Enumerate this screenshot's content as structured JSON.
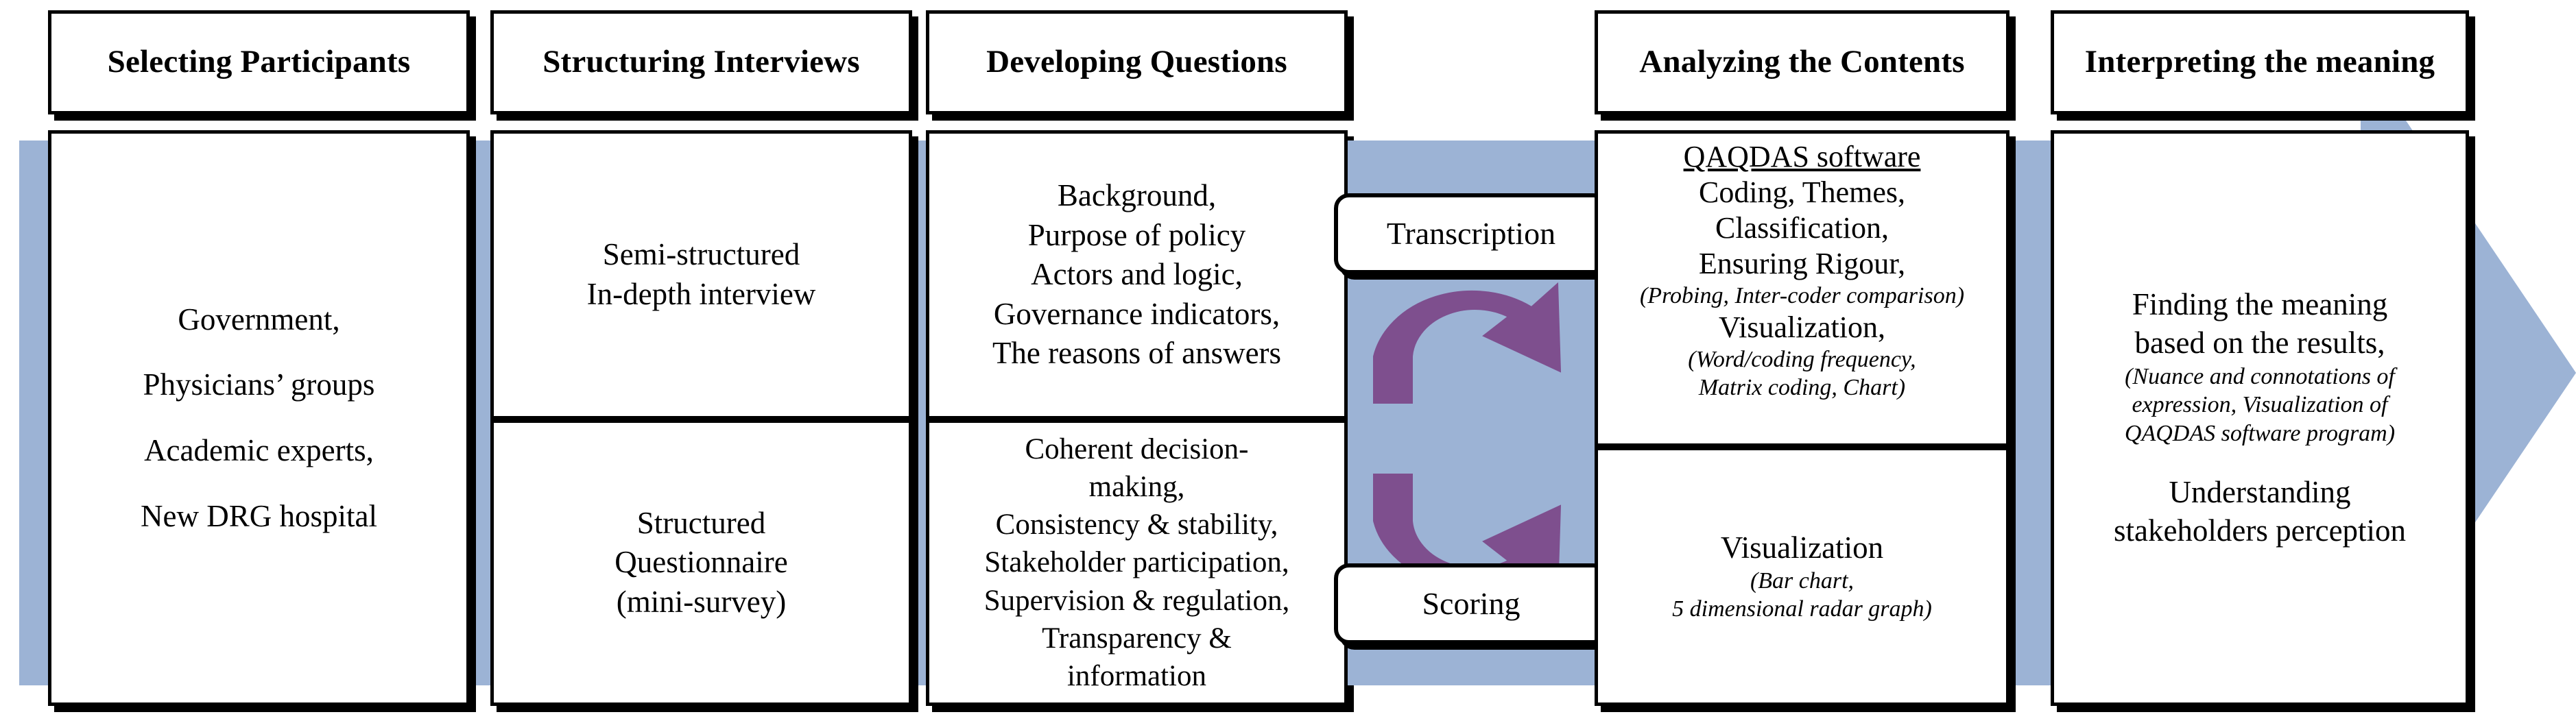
{
  "diagram": {
    "title": "Qualitative research process flow",
    "accent_blue": "#9CB3D5",
    "cycle_arrow_color": "#7E4F8E",
    "border_color": "#000000"
  },
  "columns": [
    {
      "id": "selecting-participants",
      "header": "Selecting Participants",
      "cells": [
        {
          "id": "participants-list",
          "lines": [
            {
              "text": "Government,",
              "style": "normal"
            },
            {
              "text": "",
              "style": "spacer"
            },
            {
              "text": "Physicians’ groups",
              "style": "normal"
            },
            {
              "text": "",
              "style": "spacer"
            },
            {
              "text": "Academic experts,",
              "style": "normal"
            },
            {
              "text": "",
              "style": "spacer"
            },
            {
              "text": "New DRG hospital",
              "style": "normal"
            }
          ]
        }
      ]
    },
    {
      "id": "structuring-interviews",
      "header": "Structuring Interviews",
      "cells": [
        {
          "id": "interview-type-semi-structured",
          "lines": [
            {
              "text": "Semi-structured",
              "style": "normal"
            },
            {
              "text": "In-depth interview",
              "style": "normal"
            }
          ]
        },
        {
          "id": "interview-type-structured",
          "lines": [
            {
              "text": "Structured",
              "style": "normal"
            },
            {
              "text": "Questionnaire",
              "style": "normal"
            },
            {
              "text": "(mini-survey)",
              "style": "normal"
            }
          ]
        }
      ]
    },
    {
      "id": "developing-questions",
      "header": "Developing Questions",
      "cells": [
        {
          "id": "questions-open",
          "lines": [
            {
              "text": "Background,",
              "style": "normal"
            },
            {
              "text": "Purpose of  policy",
              "style": "normal"
            },
            {
              "text": "Actors and logic,",
              "style": "normal"
            },
            {
              "text": "Governance indicators,",
              "style": "normal"
            },
            {
              "text": "The reasons of answers",
              "style": "normal"
            }
          ]
        },
        {
          "id": "questions-governance",
          "lines": [
            {
              "text": "Coherent decision-",
              "style": "normal"
            },
            {
              "text": "making,",
              "style": "normal"
            },
            {
              "text": "Consistency & stability,",
              "style": "normal"
            },
            {
              "text": "Stakeholder participation,",
              "style": "normal"
            },
            {
              "text": "Supervision & regulation,",
              "style": "normal"
            },
            {
              "text": "Transparency &",
              "style": "normal"
            },
            {
              "text": "information",
              "style": "normal"
            }
          ]
        }
      ]
    },
    {
      "id": "analyzing-contents",
      "header": "Analyzing the Contents",
      "header_lines": [
        "Analyzing the",
        "Contents"
      ],
      "cells": [
        {
          "id": "analysis-qaqdas",
          "lines": [
            {
              "text": "QAQDAS software",
              "style": "underline"
            },
            {
              "text": "Coding,  Themes,",
              "style": "normal"
            },
            {
              "text": "Classification,",
              "style": "normal"
            },
            {
              "text": "Ensuring Rigour,",
              "style": "normal"
            },
            {
              "text": "(Probing, Inter-coder comparison)",
              "style": "italic"
            },
            {
              "text": "Visualization,",
              "style": "normal"
            },
            {
              "text": "(Word/coding frequency,",
              "style": "italic"
            },
            {
              "text": "Matrix coding, Chart)",
              "style": "italic"
            }
          ]
        },
        {
          "id": "analysis-visualization",
          "lines": [
            {
              "text": "Visualization",
              "style": "normal"
            },
            {
              "text": "(Bar chart,",
              "style": "italic"
            },
            {
              "text": "5 dimensional radar graph)",
              "style": "italic"
            }
          ]
        }
      ]
    },
    {
      "id": "interpreting-meaning",
      "header": "Interpreting the meaning",
      "header_lines": [
        "Interpreting the",
        "meaning"
      ],
      "cells": [
        {
          "id": "interpretation-body",
          "lines": [
            {
              "text": "Finding the meaning",
              "style": "normal"
            },
            {
              "text": "based on the results,",
              "style": "normal"
            },
            {
              "text": "(Nuance and connotations of",
              "style": "italic"
            },
            {
              "text": "expression, Visualization of",
              "style": "italic"
            },
            {
              "text": "QAQDAS software program)",
              "style": "italic"
            },
            {
              "text": "",
              "style": "spacer"
            },
            {
              "text": "Understanding",
              "style": "normal"
            },
            {
              "text": "stakeholders perception",
              "style": "normal"
            }
          ]
        }
      ]
    }
  ],
  "cycle": {
    "top_label": "Transcription",
    "bottom_label": "Scoring"
  }
}
